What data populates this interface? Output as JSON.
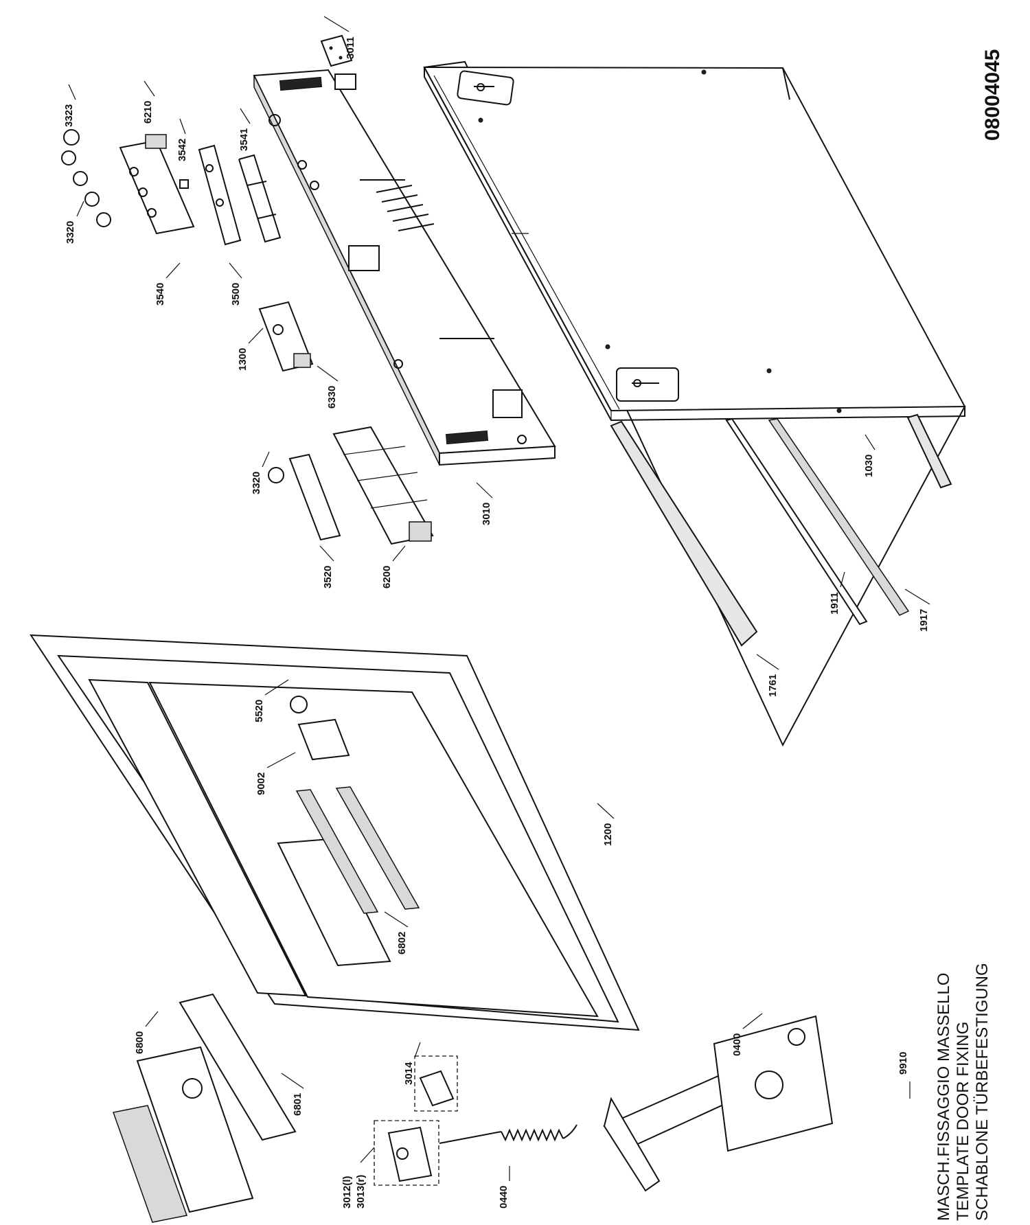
{
  "document_number": "08004045",
  "caption": {
    "part_number": "9910",
    "lines": [
      "MASCH.FISSAGGIO MASSELLO",
      "TEMPLATE DOOR FIXING",
      "SCHABLONE TÜRBEFESTIGUNG"
    ]
  },
  "parts": [
    {
      "id": "3011",
      "label": "3011"
    },
    {
      "id": "3323",
      "label": "3323"
    },
    {
      "id": "6210",
      "label": "6210"
    },
    {
      "id": "3542",
      "label": "3542"
    },
    {
      "id": "3541",
      "label": "3541"
    },
    {
      "id": "3320a",
      "label": "3320"
    },
    {
      "id": "3540",
      "label": "3540"
    },
    {
      "id": "3500",
      "label": "3500"
    },
    {
      "id": "1300",
      "label": "1300"
    },
    {
      "id": "6330",
      "label": "6330"
    },
    {
      "id": "3320b",
      "label": "3320"
    },
    {
      "id": "3520",
      "label": "3520"
    },
    {
      "id": "6200",
      "label": "6200"
    },
    {
      "id": "3010",
      "label": "3010"
    },
    {
      "id": "1030",
      "label": "1030"
    },
    {
      "id": "1911",
      "label": "1911"
    },
    {
      "id": "1917",
      "label": "1917"
    },
    {
      "id": "1761",
      "label": "1761"
    },
    {
      "id": "5520",
      "label": "5520"
    },
    {
      "id": "9002",
      "label": "9002"
    },
    {
      "id": "1200",
      "label": "1200"
    },
    {
      "id": "6802",
      "label": "6802"
    },
    {
      "id": "6800",
      "label": "6800"
    },
    {
      "id": "6801",
      "label": "6801"
    },
    {
      "id": "3014",
      "label": "3014"
    },
    {
      "id": "3012",
      "label": "3012(l)"
    },
    {
      "id": "3013",
      "label": "3013(r)"
    },
    {
      "id": "0440",
      "label": "0440"
    },
    {
      "id": "0400",
      "label": "0400"
    }
  ]
}
